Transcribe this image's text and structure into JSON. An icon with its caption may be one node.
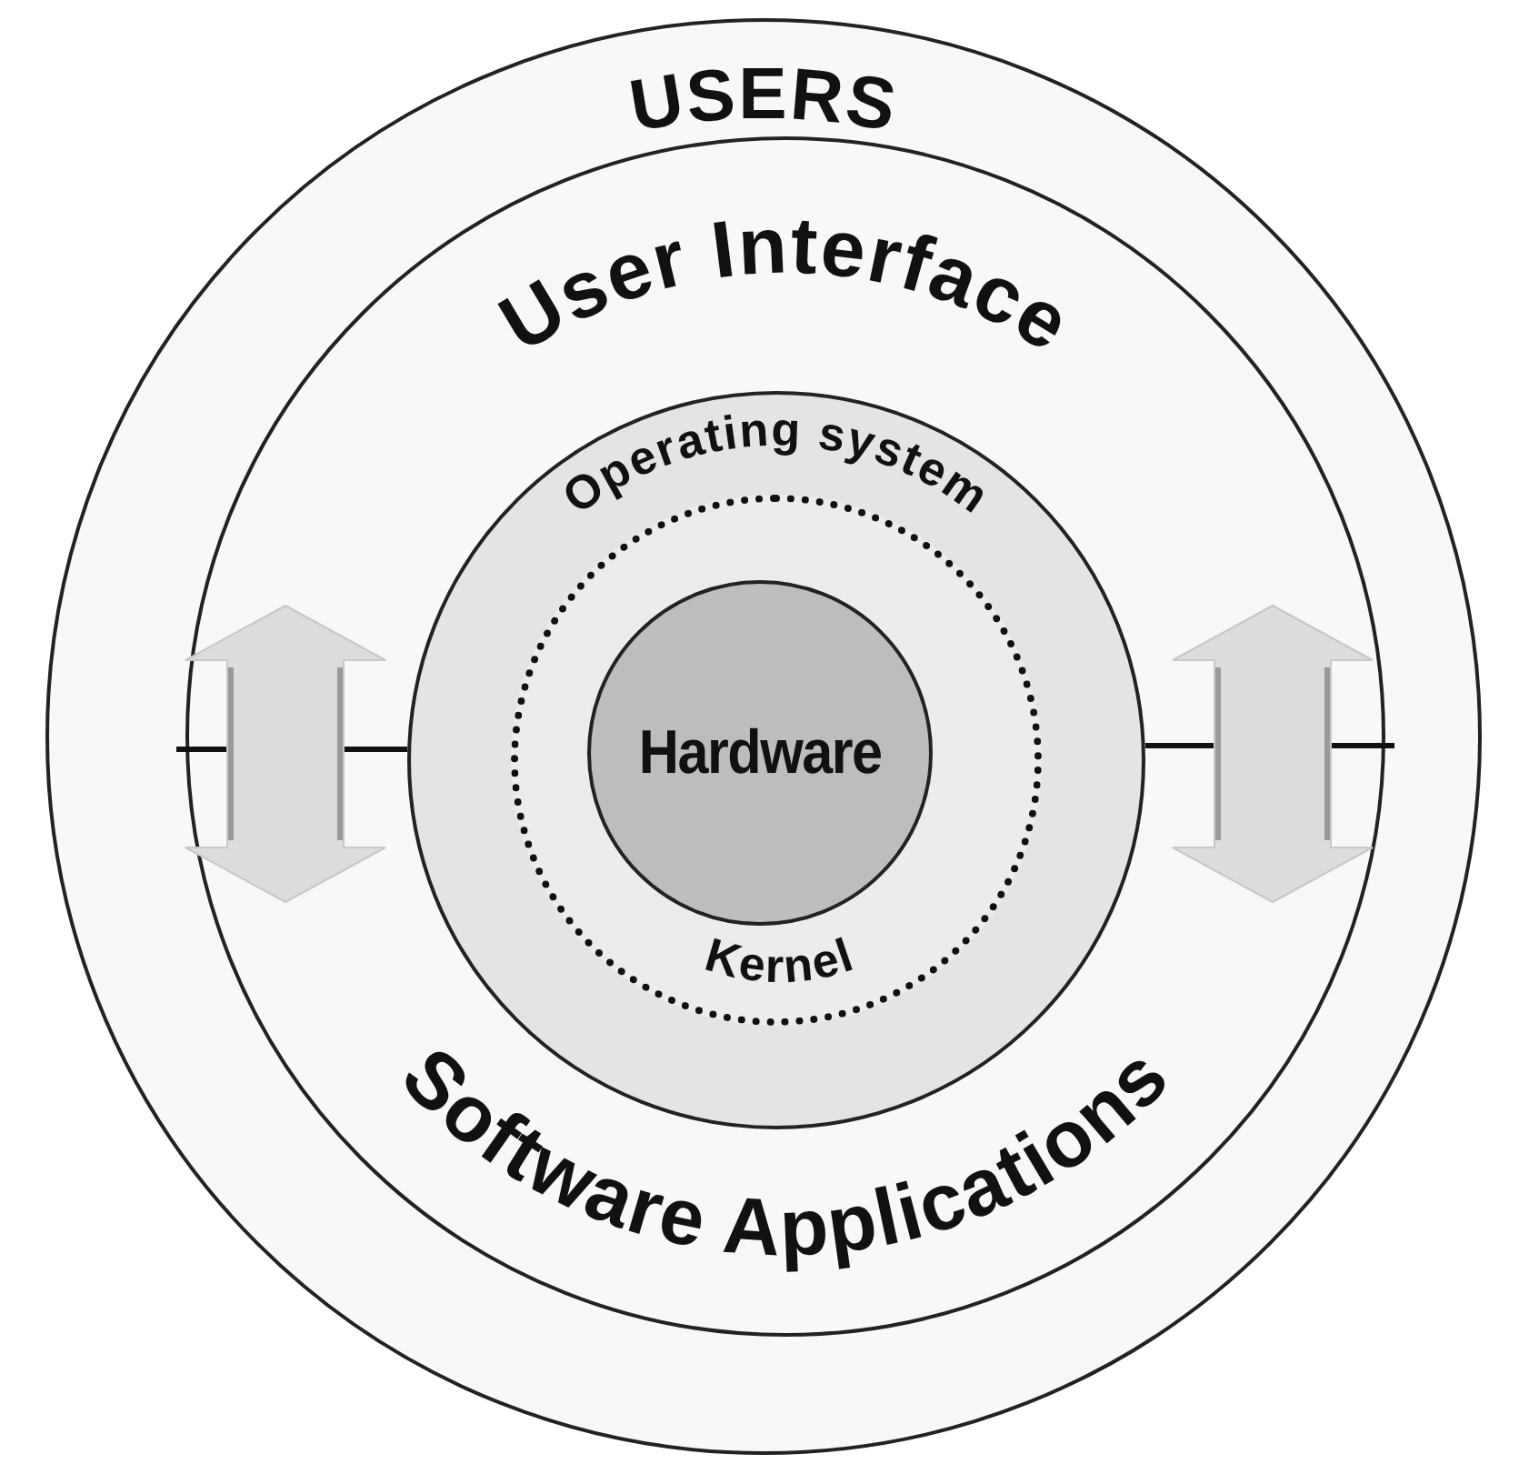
{
  "diagram": {
    "nodes": [
      {
        "text": [
          "USERS"
        ]
      },
      {
        "text": [
          "User Interface",
          "Software Applications"
        ],
        "in": 0
      },
      {
        "text": [
          "Operating system"
        ],
        "in": 1
      },
      {
        "text": [
          "Kernel"
        ],
        "in": 2
      },
      {
        "text": [
          "Hardware"
        ],
        "in": 3
      }
    ]
  }
}
